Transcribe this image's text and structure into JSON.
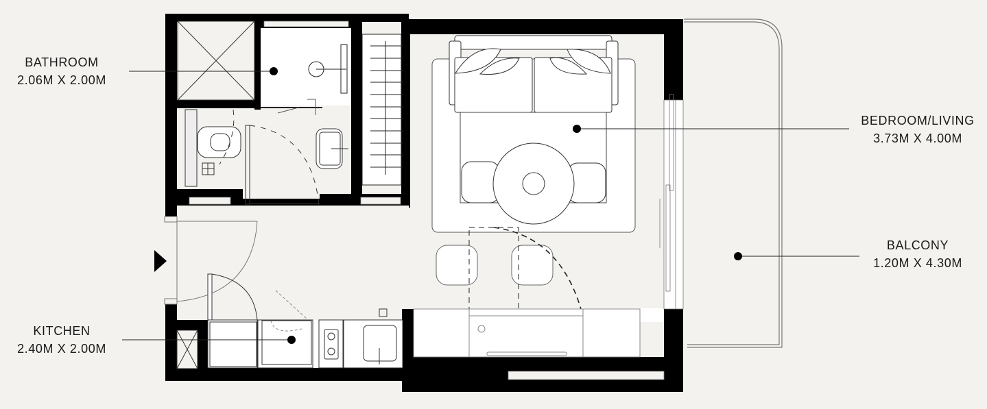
{
  "rooms": [
    {
      "id": "bathroom",
      "name": "BATHROOM",
      "dims": "2.06M X 2.00M"
    },
    {
      "id": "bedroom_living",
      "name": "BEDROOM/LIVING",
      "dims": "3.73M X 4.00M"
    },
    {
      "id": "balcony",
      "name": "BALCONY",
      "dims": "1.20M X 4.30M"
    },
    {
      "id": "kitchen",
      "name": "KITCHEN",
      "dims": "2.40M X 2.00M"
    }
  ],
  "icons": {
    "entrance": "entrance-arrow-icon",
    "room_marker": "leader-dot-icon"
  },
  "colors": {
    "background": "#f3f2ee",
    "wall": "#000000",
    "floor": "#ffffff",
    "line": "#555555"
  }
}
